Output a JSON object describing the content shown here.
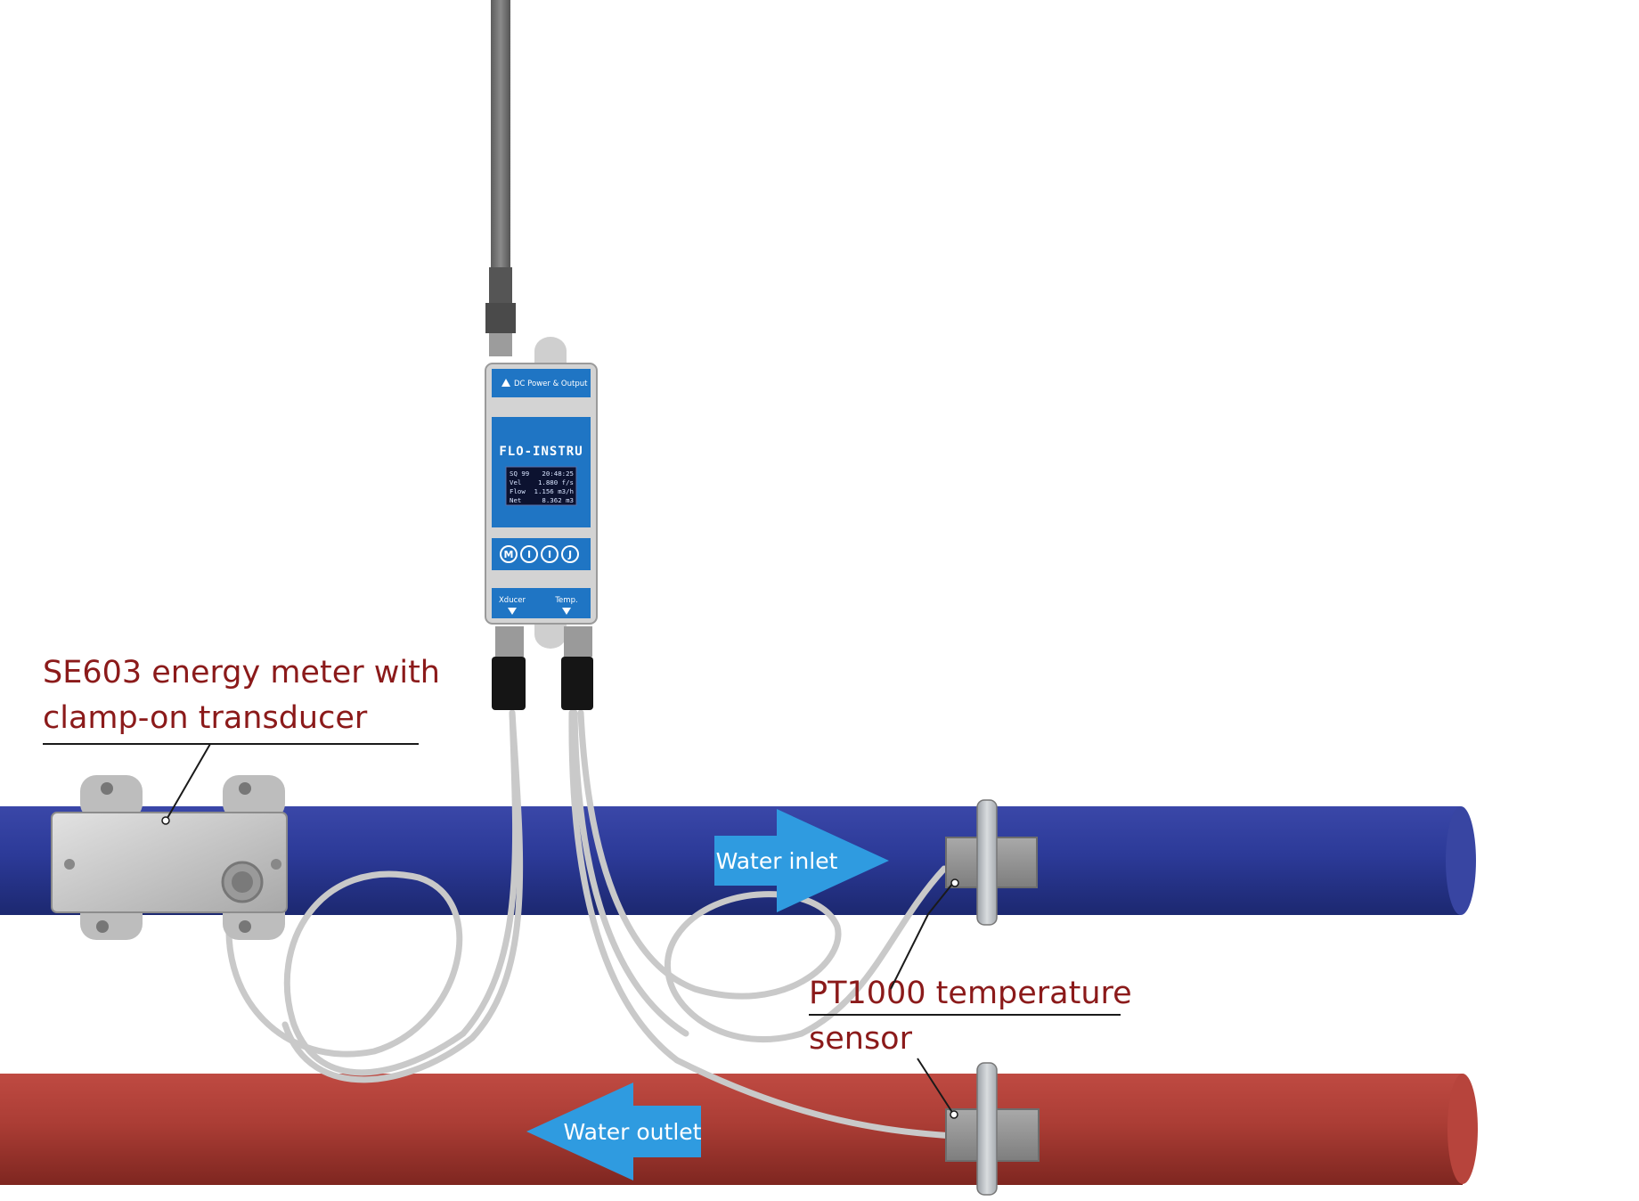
{
  "colors": {
    "inlet_pipe": "#2e3b9a",
    "outlet_pipe": "#b0403a",
    "flow_arrow": "#2f9be0",
    "callout_text": "#8b1a1a",
    "meter_panel": "#1f75c4",
    "cable": "#c7c7c7"
  },
  "callouts": {
    "meter_line1": "SE603 energy meter with",
    "meter_line2": "clamp-on transducer",
    "sensor_line1": "PT1000 temperature",
    "sensor_line2": "sensor"
  },
  "flow": {
    "inlet_label": "Water inlet",
    "outlet_label": "Water outlet"
  },
  "meter": {
    "top_label": "DC Power & Output",
    "brand": "FLO-INSTRU",
    "screen_rows": [
      {
        "left": "SQ 99",
        "right": "20:48:25"
      },
      {
        "left": "Vel",
        "right": "1.880 f/s"
      },
      {
        "left": "Flow",
        "right": "1.156 m3/h"
      },
      {
        "left": "Net",
        "right": "8.362 m3"
      }
    ],
    "buttons": [
      "M",
      "I",
      "I",
      "J"
    ],
    "port_left": "Xducer",
    "port_right": "Temp."
  },
  "icons": {
    "warning": "warning-triangle-icon",
    "port_arrow": "down-triangle-icon"
  }
}
